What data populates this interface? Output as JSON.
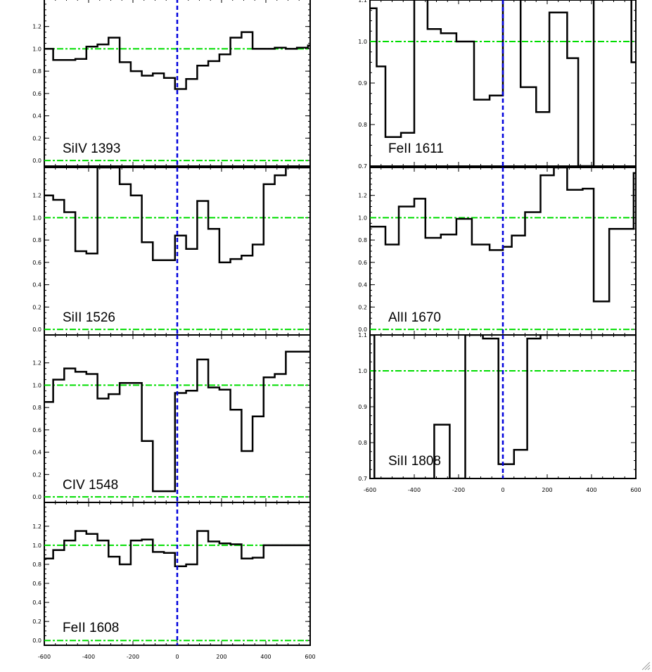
{
  "chart_data": [
    {
      "type": "line",
      "step": true,
      "label": "SiIV 1393",
      "xlim": [
        -600,
        600
      ],
      "ylim": [
        -0.05,
        1.45
      ],
      "yticks": [
        0.0,
        0.2,
        0.4,
        0.6,
        0.8,
        1.0,
        1.2
      ],
      "ytick_labels": [
        "0.0",
        "0.2",
        "0.4",
        "0.6",
        "0.8",
        "1.0",
        "1.2"
      ],
      "xticks": [],
      "xtick_labels": [],
      "x": [
        -600,
        -560,
        -510,
        -460,
        -410,
        -360,
        -310,
        -260,
        -210,
        -160,
        -110,
        -60,
        -10,
        40,
        90,
        140,
        190,
        240,
        290,
        340,
        390,
        440,
        490,
        540,
        590
      ],
      "y": [
        1.0,
        0.9,
        0.9,
        0.91,
        1.02,
        1.04,
        1.1,
        0.88,
        0.8,
        0.76,
        0.78,
        0.74,
        0.64,
        0.73,
        0.85,
        0.89,
        0.95,
        1.1,
        1.15,
        1.0,
        1.0,
        1.01,
        1.0,
        1.01,
        1.03
      ],
      "continuum": 1.0,
      "zero": 0.0,
      "vline": 0
    },
    {
      "type": "line",
      "step": true,
      "label": "SiII 1526",
      "xlim": [
        -600,
        600
      ],
      "ylim": [
        -0.05,
        1.45
      ],
      "yticks": [
        0.0,
        0.2,
        0.4,
        0.6,
        0.8,
        1.0,
        1.2
      ],
      "ytick_labels": [
        "0.0",
        "0.2",
        "0.4",
        "0.6",
        "0.8",
        "1.0",
        "1.2"
      ],
      "xticks": [],
      "xtick_labels": [],
      "x": [
        -600,
        -560,
        -510,
        -460,
        -410,
        -360,
        -310,
        -260,
        -210,
        -160,
        -110,
        -60,
        -10,
        40,
        90,
        140,
        190,
        240,
        290,
        340,
        390,
        440,
        490,
        540,
        590
      ],
      "y": [
        1.2,
        1.16,
        1.05,
        0.7,
        0.68,
        1.45,
        1.45,
        1.3,
        1.2,
        0.78,
        0.62,
        0.62,
        0.84,
        0.72,
        1.15,
        0.9,
        0.6,
        0.63,
        0.66,
        0.76,
        1.3,
        1.38,
        1.45,
        1.45,
        1.45
      ],
      "continuum": 1.0,
      "zero": 0.0,
      "vline": 0
    },
    {
      "type": "line",
      "step": true,
      "label": "CIV 1548",
      "xlim": [
        -600,
        600
      ],
      "ylim": [
        -0.05,
        1.45
      ],
      "yticks": [
        0.0,
        0.2,
        0.4,
        0.6,
        0.8,
        1.0,
        1.2
      ],
      "ytick_labels": [
        "0.0",
        "0.2",
        "0.4",
        "0.6",
        "0.8",
        "1.0",
        "1.2"
      ],
      "xticks": [],
      "xtick_labels": [],
      "x": [
        -600,
        -560,
        -510,
        -460,
        -410,
        -360,
        -310,
        -260,
        -210,
        -160,
        -110,
        -60,
        -10,
        40,
        90,
        140,
        190,
        240,
        290,
        340,
        390,
        440,
        490,
        540,
        590
      ],
      "y": [
        0.85,
        1.05,
        1.15,
        1.12,
        1.1,
        0.88,
        0.92,
        1.02,
        1.02,
        0.5,
        0.05,
        0.05,
        0.93,
        0.95,
        1.23,
        0.98,
        0.96,
        0.78,
        0.41,
        0.72,
        1.07,
        1.1,
        1.3,
        1.3,
        1.3
      ],
      "continuum": 1.0,
      "zero": 0.0,
      "vline": 0
    },
    {
      "type": "line",
      "step": true,
      "label": "FeII 1608",
      "xlim": [
        -600,
        600
      ],
      "ylim": [
        -0.05,
        1.45
      ],
      "yticks": [
        0.0,
        0.2,
        0.4,
        0.6,
        0.8,
        1.0,
        1.2
      ],
      "ytick_labels": [
        "0.0",
        "0.2",
        "0.4",
        "0.6",
        "0.8",
        "1.0",
        "1.2"
      ],
      "xticks": [
        -600,
        -400,
        -200,
        0,
        200,
        400,
        600
      ],
      "xtick_labels": [
        "-600",
        "-400",
        "-200",
        "0",
        "200",
        "400",
        "600"
      ],
      "x": [
        -600,
        -560,
        -510,
        -460,
        -410,
        -360,
        -310,
        -260,
        -210,
        -160,
        -110,
        -60,
        -10,
        40,
        90,
        140,
        190,
        240,
        290,
        340,
        390,
        440,
        490,
        540,
        590
      ],
      "y": [
        0.86,
        0.95,
        1.05,
        1.15,
        1.12,
        1.05,
        0.88,
        0.8,
        1.05,
        1.06,
        0.93,
        0.92,
        0.78,
        0.8,
        1.15,
        1.04,
        1.02,
        1.01,
        0.86,
        0.87,
        1.0,
        1.0,
        1.0,
        1.0,
        1.0
      ],
      "continuum": 1.0,
      "zero": 0.0,
      "vline": 0
    },
    {
      "type": "line",
      "step": true,
      "label": "FeII 1611",
      "xlim": [
        -600,
        600
      ],
      "ylim": [
        0.7,
        1.1
      ],
      "yticks": [
        0.7,
        0.8,
        0.9,
        1.0,
        1.1
      ],
      "ytick_labels": [
        "0.7",
        "0.8",
        "0.9",
        "1.0",
        "1.1"
      ],
      "xticks": [],
      "xtick_labels": [],
      "x": [
        -600,
        -570,
        -530,
        -460,
        -400,
        -340,
        -280,
        -210,
        -130,
        -60,
        0,
        80,
        150,
        210,
        290,
        340,
        410,
        470,
        510,
        580,
        600
      ],
      "y": [
        1.08,
        0.94,
        0.77,
        0.78,
        1.12,
        1.03,
        1.02,
        1.0,
        0.86,
        0.87,
        1.12,
        0.89,
        0.83,
        1.07,
        0.96,
        0.7,
        1.12,
        1.12,
        1.12,
        0.95,
        0.95
      ],
      "continuum": 1.0,
      "zero": 0.0,
      "vline": 0
    },
    {
      "type": "line",
      "step": true,
      "label": "AlII 1670",
      "xlim": [
        -600,
        600
      ],
      "ylim": [
        -0.05,
        1.45
      ],
      "yticks": [
        0.0,
        0.2,
        0.4,
        0.6,
        0.8,
        1.0,
        1.2
      ],
      "ytick_labels": [
        "0.0",
        "0.2",
        "0.4",
        "0.6",
        "0.8",
        "1.0",
        "1.2"
      ],
      "xticks": [],
      "xtick_labels": [],
      "x": [
        -600,
        -530,
        -470,
        -400,
        -350,
        -280,
        -210,
        -140,
        -110,
        -60,
        0,
        40,
        100,
        170,
        230,
        290,
        360,
        410,
        440,
        480,
        530,
        590
      ],
      "y": [
        0.92,
        0.76,
        1.1,
        1.17,
        0.82,
        0.85,
        0.99,
        0.76,
        0.76,
        0.71,
        0.74,
        0.84,
        1.05,
        1.38,
        1.45,
        1.25,
        1.26,
        0.25,
        0.25,
        0.9,
        0.9,
        1.4
      ],
      "continuum": 1.0,
      "zero": 0.0,
      "vline": 0
    },
    {
      "type": "line",
      "step": true,
      "label": "SiII 1808",
      "xlim": [
        -600,
        600
      ],
      "ylim": [
        0.7,
        1.1
      ],
      "yticks": [
        0.7,
        0.8,
        0.9,
        1.0,
        1.1
      ],
      "ytick_labels": [
        "0.7",
        "0.8",
        "0.9",
        "1.0",
        "1.1"
      ],
      "xticks": [
        -600,
        -400,
        -200,
        0,
        200,
        400,
        600
      ],
      "xtick_labels": [
        "-600",
        "-400",
        "-200",
        "0",
        "200",
        "400",
        "600"
      ],
      "x": [
        -600,
        -580,
        -310,
        -240,
        -170,
        -150,
        -90,
        -20,
        50,
        110,
        170,
        200
      ],
      "y": [
        1.1,
        0.7,
        0.85,
        0.7,
        1.1,
        1.1,
        1.09,
        0.74,
        0.78,
        1.09,
        1.1,
        1.1
      ],
      "continuum": 1.0,
      "zero": 0.0,
      "vline": 0
    }
  ],
  "colors": {
    "flux": "#000000",
    "continuum": "#00dd00",
    "velocity_zero": "#0000dd"
  },
  "icons": {
    "resize_grip": "resize-grip-icon"
  }
}
